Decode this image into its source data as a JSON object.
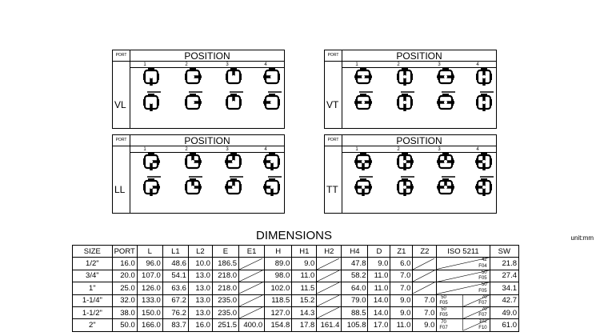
{
  "panels": [
    {
      "id": "vl",
      "port": "PORT",
      "title": "POSITION",
      "label": "VL",
      "numbers": [
        "1",
        "2",
        "3",
        "4"
      ]
    },
    {
      "id": "vt",
      "port": "PORT",
      "title": "POSITION",
      "label": "VT",
      "numbers": [
        "1",
        "2",
        "3",
        "4"
      ]
    },
    {
      "id": "ll",
      "port": "PORT",
      "title": "POSITION",
      "label": "LL",
      "numbers": [
        "1",
        "2",
        "3",
        "4"
      ]
    },
    {
      "id": "tt",
      "port": "PORT",
      "title": "POSITION",
      "label": "TT",
      "numbers": [
        "1",
        "2",
        "3",
        "4"
      ]
    }
  ],
  "dimensions": {
    "title": "DIMENSIONS",
    "unit": "unit:mm",
    "headers": [
      "SIZE",
      "PORT",
      "L",
      "L1",
      "L2",
      "E",
      "E1",
      "H",
      "H1",
      "H2",
      "H4",
      "D",
      "Z1",
      "Z2",
      "ISO 5211",
      "SW"
    ],
    "rows": [
      [
        "1/2\"",
        "16.0",
        "96.0",
        "48.6",
        "10.0",
        "186.5",
        "",
        "89.0",
        "9.0",
        "",
        "47.8",
        "9.0",
        "6.0",
        "",
        "",
        "21.8"
      ],
      [
        "3/4\"",
        "20.0",
        "107.0",
        "54.1",
        "13.0",
        "218.0",
        "",
        "98.0",
        "11.0",
        "",
        "58.2",
        "11.0",
        "7.0",
        "",
        "",
        "27.4"
      ],
      [
        "1\"",
        "25.0",
        "126.0",
        "63.6",
        "13.0",
        "218.0",
        "",
        "102.0",
        "11.5",
        "",
        "64.0",
        "11.0",
        "7.0",
        "",
        "",
        "34.1"
      ],
      [
        "1-1/4\"",
        "32.0",
        "133.0",
        "67.2",
        "13.0",
        "235.0",
        "",
        "118.5",
        "15.2",
        "",
        "79.0",
        "14.0",
        "9.0",
        "7.0",
        "",
        "42.7"
      ],
      [
        "1-1/2\"",
        "38.0",
        "150.0",
        "76.2",
        "13.0",
        "235.0",
        "",
        "127.0",
        "14.3",
        "",
        "88.5",
        "14.0",
        "9.0",
        "7.0",
        "",
        "49.0"
      ],
      [
        "2\"",
        "50.0",
        "166.0",
        "83.7",
        "16.0",
        "251.5",
        "400.0",
        "154.8",
        "17.8",
        "161.4",
        "105.8",
        "17.0",
        "11.0",
        "9.0",
        "",
        "61.0"
      ]
    ],
    "iso": [
      {
        "top": "42",
        "bottom": "F04",
        "left": ""
      },
      {
        "top": "50",
        "bottom": "F05",
        "left": ""
      },
      {
        "top": "50",
        "bottom": "F05",
        "left": ""
      },
      {
        "top": "70",
        "bottom": "F07",
        "left": "50\nF05"
      },
      {
        "top": "70",
        "bottom": "F07",
        "left": "50\nF05"
      },
      {
        "top": "102",
        "bottom": "F10",
        "left": "70\nF07"
      }
    ]
  }
}
